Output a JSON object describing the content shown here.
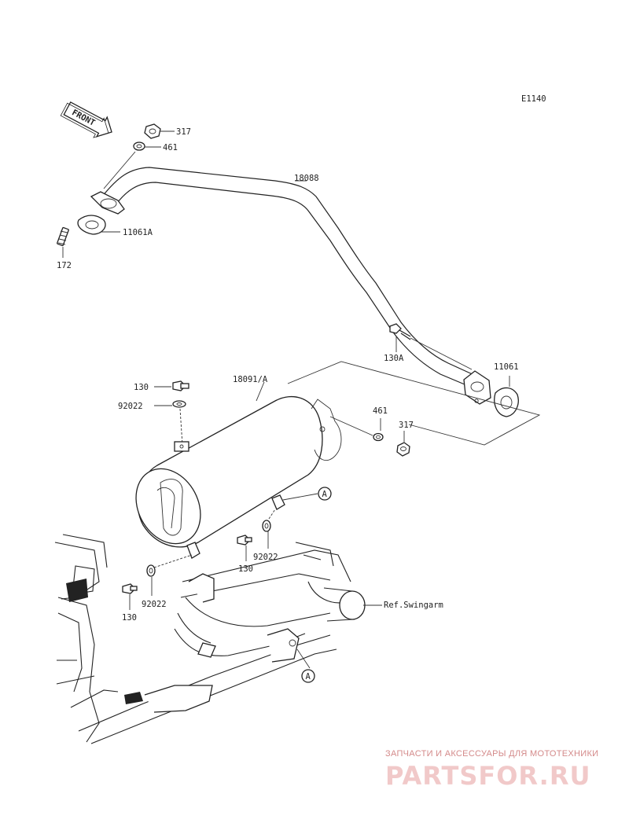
{
  "diagram_code": "E1140",
  "front_arrow_label": "FRONT",
  "parts": {
    "p317_top": "317",
    "p461_top": "461",
    "p11061A": "11061A",
    "p172": "172",
    "p18088": "18088",
    "p130A": "130A",
    "p11061": "11061",
    "p18091A": "18091/A",
    "p130_top": "130",
    "p92022_top": "92022",
    "p461_mid": "461",
    "p317_mid": "317",
    "p130_mid": "130",
    "p92022_mid": "92022",
    "p92022_low": "92022",
    "p130_low": "130",
    "ref_swingarm": "Ref.Swingarm",
    "ref_a_upper": "A",
    "ref_a_lower": "A"
  },
  "watermark": {
    "tagline": "ЗАПЧАСТИ И АКСЕССУАРЫ ДЛЯ МОТОТЕХНИКИ",
    "logo": "PARTSFOR.RU"
  }
}
